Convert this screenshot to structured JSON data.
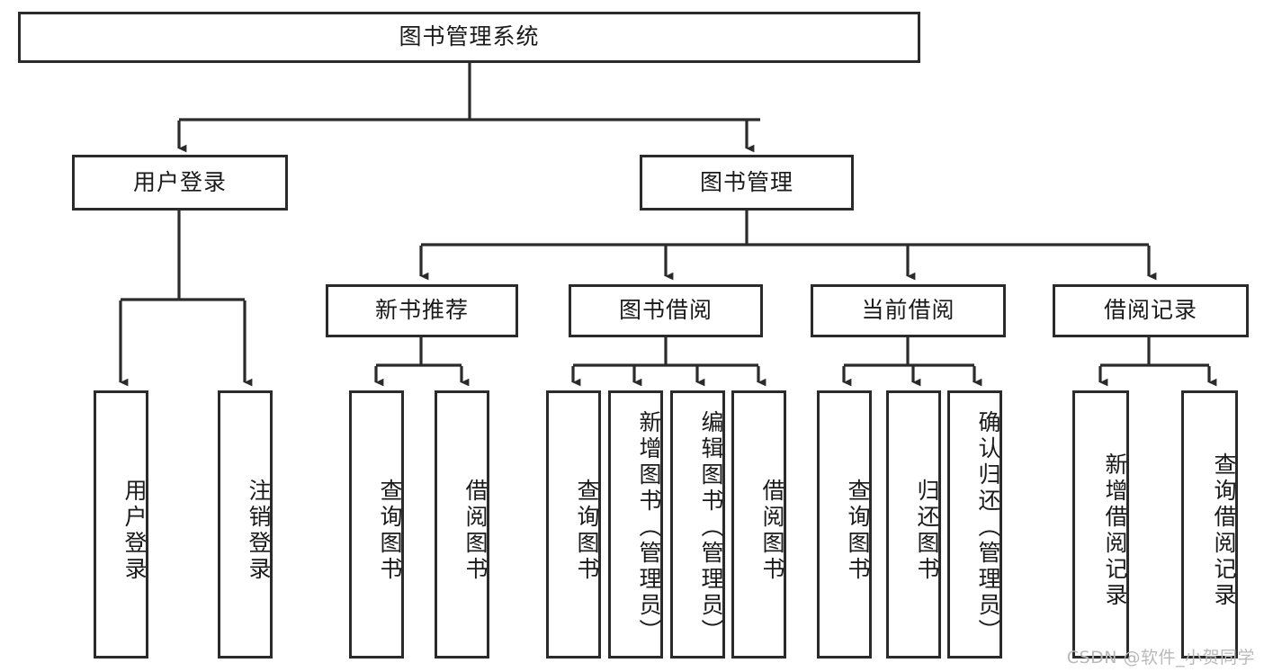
{
  "diagram": {
    "title": "图书管理系统",
    "type": "tree",
    "watermark": "CSDN @软件_小贺同学",
    "colors": {
      "stroke": "#2b2b2b",
      "fill": "#ffffff",
      "text": "#1a1a1a",
      "watermark": "#b9b9b9"
    },
    "root": {
      "label": "图书管理系统"
    },
    "level1": [
      {
        "label": "用户登录"
      },
      {
        "label": "图书管理"
      }
    ],
    "level2": [
      {
        "label": "新书推荐"
      },
      {
        "label": "图书借阅"
      },
      {
        "label": "当前借阅"
      },
      {
        "label": "借阅记录"
      }
    ],
    "leaves": {
      "user_login": [
        {
          "label": "用户登录"
        },
        {
          "label": "注销登录"
        }
      ],
      "new_book_recommend": [
        {
          "label": "查询图书"
        },
        {
          "label": "借阅图书"
        }
      ],
      "book_borrow": [
        {
          "label": "查询图书"
        },
        {
          "label": "新增图书（管理员）"
        },
        {
          "label": "编辑图书（管理员）"
        },
        {
          "label": "借阅图书"
        }
      ],
      "current_borrow": [
        {
          "label": "查询图书"
        },
        {
          "label": "归还图书"
        },
        {
          "label": "确认归还（管理员）"
        }
      ],
      "borrow_records": [
        {
          "label": "新增借阅记录"
        },
        {
          "label": "查询借阅记录"
        }
      ]
    }
  }
}
